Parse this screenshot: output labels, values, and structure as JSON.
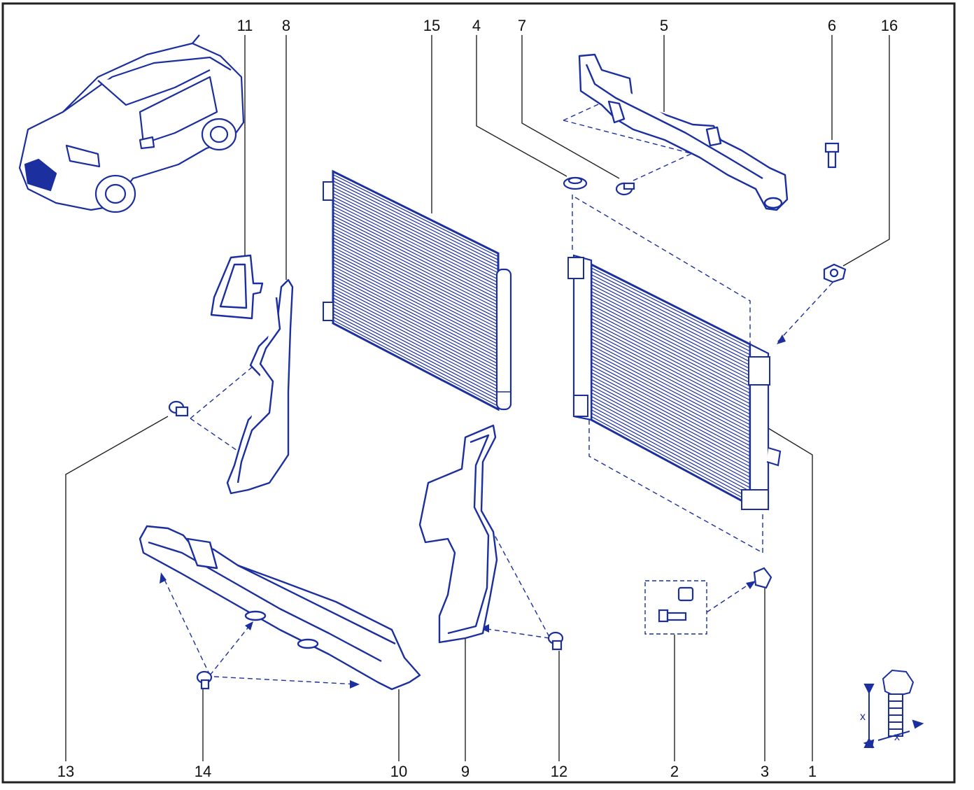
{
  "diagram": {
    "callouts": [
      {
        "id": "c11",
        "label": "11"
      },
      {
        "id": "c8",
        "label": "8"
      },
      {
        "id": "c15",
        "label": "15"
      },
      {
        "id": "c4",
        "label": "4"
      },
      {
        "id": "c7",
        "label": "7"
      },
      {
        "id": "c5",
        "label": "5"
      },
      {
        "id": "c6",
        "label": "6"
      },
      {
        "id": "c16",
        "label": "16"
      },
      {
        "id": "c13",
        "label": "13"
      },
      {
        "id": "c14",
        "label": "14"
      },
      {
        "id": "c10",
        "label": "10"
      },
      {
        "id": "c9",
        "label": "9"
      },
      {
        "id": "c12",
        "label": "12"
      },
      {
        "id": "c2",
        "label": "2"
      },
      {
        "id": "c3",
        "label": "3"
      },
      {
        "id": "c1",
        "label": "1"
      }
    ],
    "torque_marks": [
      "x",
      "x"
    ],
    "colors": {
      "ink": "#1c2f9e",
      "frame": "#222222",
      "text": "#111111",
      "fill": "#e9ecfa"
    }
  }
}
